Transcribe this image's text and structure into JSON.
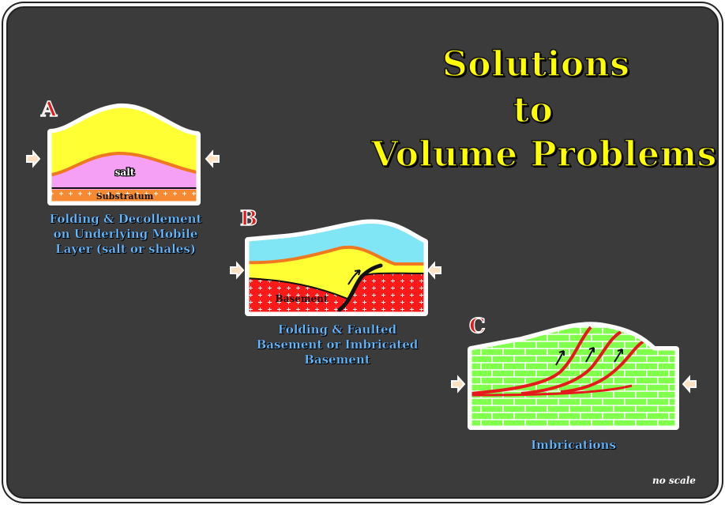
{
  "title": {
    "line1": "Solutions",
    "line2": "to",
    "line3": "Volume Problems"
  },
  "panels": [
    {
      "letter": "A",
      "caption_lines": [
        "Folding & Decollement",
        "on Underlying Mobile",
        "Layer (salt or shales)"
      ],
      "labels": {
        "salt": "salt",
        "substratum": "Substratum"
      }
    },
    {
      "letter": "B",
      "caption_lines": [
        "Folding & Faulted",
        "Basement or Imbricated",
        "Basement"
      ],
      "labels": {
        "basement": "Basement"
      }
    },
    {
      "letter": "C",
      "caption_lines": [
        "Imbrications"
      ],
      "labels": {}
    }
  ],
  "note": "no scale",
  "colors": {
    "background": "#3b3b3b",
    "title": "#ffff00",
    "caption": "#66b8ff",
    "letter": "#e21a1a",
    "sediment_yellow": "#ffff33",
    "salt_pink": "#f5a0f5",
    "substratum_orange": "#f58a33",
    "basement_red": "#ff1a1a",
    "water_cyan": "#80e6f5",
    "limestone_green": "#80ff4d",
    "fault_red": "#e61a1a",
    "horizon_orange": "#f07820"
  }
}
